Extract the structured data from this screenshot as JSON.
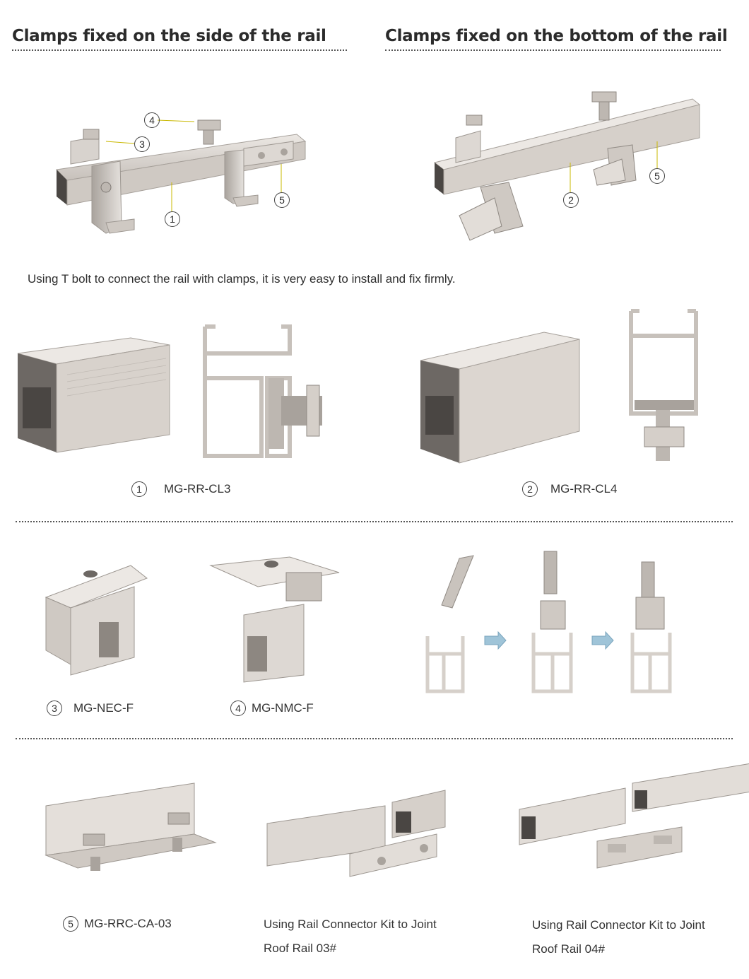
{
  "headings": {
    "side": "Clamps fixed on the side of the rail",
    "bottom": "Clamps fixed on the bottom of the rail"
  },
  "intro_text": "Using T bolt to connect the rail with clamps, it is very easy to install and fix firmly.",
  "callouts": {
    "side": [
      "4",
      "3",
      "1",
      "5"
    ],
    "bottom": [
      "2",
      "5"
    ]
  },
  "products": {
    "p1": {
      "num": "1",
      "code": "MG-RR-CL3"
    },
    "p2": {
      "num": "2",
      "code": "MG-RR-CL4"
    },
    "p3": {
      "num": "3",
      "code": "MG-NEC-F"
    },
    "p4": {
      "num": "4",
      "code": "MG-NMC-F"
    },
    "p5": {
      "num": "5",
      "code": "MG-RRC-CA-03"
    }
  },
  "connector_captions": {
    "rail03": {
      "line1": "Using Rail Connector Kit to Joint",
      "line2": "Roof Rail 03#"
    },
    "rail04": {
      "line1": "Using Rail Connector Kit to Joint",
      "line2": "Roof Rail 04#"
    }
  },
  "colors": {
    "metal": "#d9d4cf",
    "metal_dark": "#b7b1ab",
    "metal_shadow": "#8d8781",
    "arrow": "#9fc4d8"
  }
}
